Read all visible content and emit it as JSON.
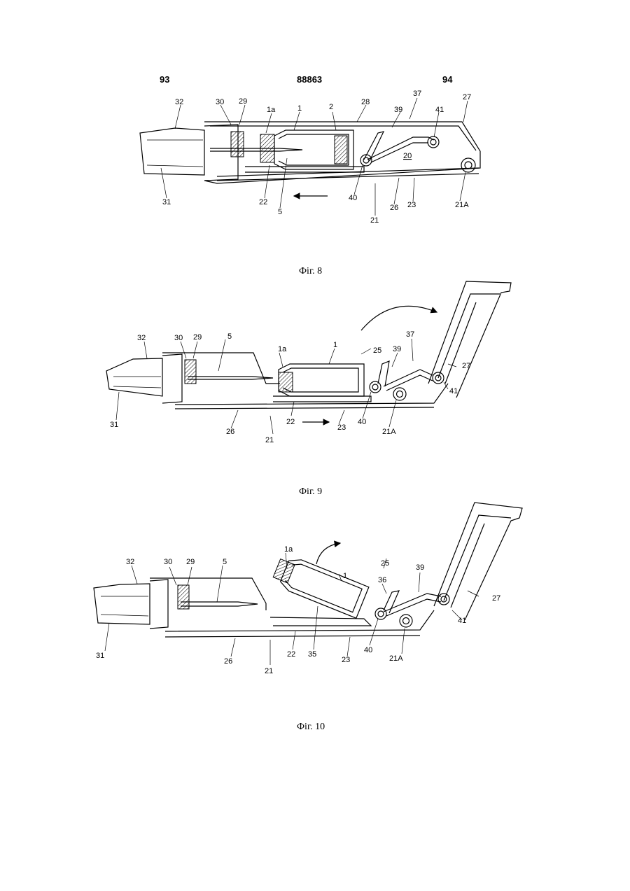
{
  "header": {
    "left_page": "93",
    "doc_number": "88863",
    "right_page": "94"
  },
  "figures": [
    {
      "caption": "Фіг. 8",
      "labels": [
        "32",
        "30",
        "29",
        "1a",
        "1",
        "2",
        "28",
        "37",
        "39",
        "41",
        "27",
        "20",
        "31",
        "22",
        "5",
        "40",
        "21",
        "26",
        "23",
        "21A"
      ]
    },
    {
      "caption": "Фіг. 9",
      "labels": [
        "32",
        "30",
        "29",
        "5",
        "1a",
        "1",
        "25",
        "39",
        "37",
        "27",
        "41",
        "31",
        "26",
        "22",
        "21",
        "23",
        "40",
        "21A"
      ]
    },
    {
      "caption": "Фіг. 10",
      "labels": [
        "32",
        "30",
        "29",
        "5",
        "1a",
        "1",
        "25",
        "39",
        "36",
        "27",
        "41",
        "31",
        "26",
        "21",
        "22",
        "35",
        "23",
        "40",
        "21A"
      ]
    }
  ]
}
